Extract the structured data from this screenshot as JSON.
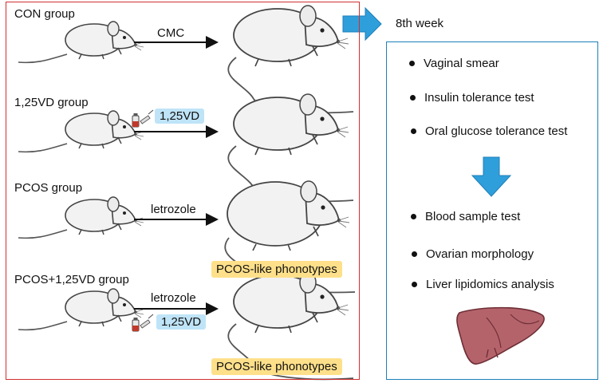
{
  "groups": [
    {
      "label": "CON group",
      "treatment": "CMC"
    },
    {
      "label": "1,25VD group",
      "treatment": "1,25VD"
    },
    {
      "label": "PCOS group",
      "treatment": "letrozole"
    },
    {
      "label": "PCOS+1,25VD group",
      "treatment": "letrozole",
      "treatment2": "1,25VD"
    }
  ],
  "phenotype_label": "PCOS-like phonotypes",
  "timepoint": "8th week",
  "tests_before": [
    "Vaginal smear",
    "Insulin tolerance test",
    "Oral glucose tolerance test"
  ],
  "tests_after": [
    "Blood sample test",
    "Ovarian morphology",
    "Liver lipidomics analysis"
  ],
  "colors": {
    "left_border": "#d32f2f",
    "right_border": "#1f7fb8",
    "big_arrow": "#2f9fdb",
    "vd_tag": "#bfe4f7",
    "phenotype_tag": "#ffe08a",
    "liver": "#b5636b"
  },
  "icons": [
    "mouse-icon",
    "syringe-vial-icon",
    "liver-icon",
    "arrow-right-icon",
    "arrow-down-icon"
  ]
}
